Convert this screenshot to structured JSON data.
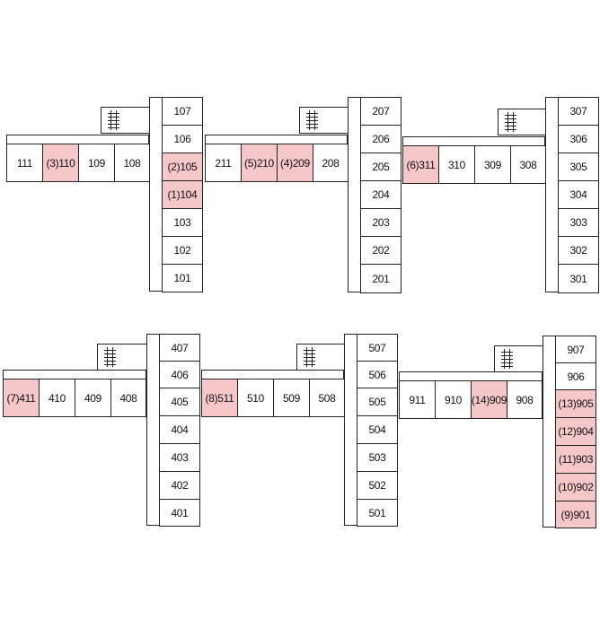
{
  "buildings": [
    {
      "id": "b1",
      "vertical": [
        "107",
        "106",
        "(2)105",
        "(1)104",
        "103",
        "102",
        "101"
      ],
      "horizontal": [
        "111",
        "(3)110",
        "109",
        "108"
      ]
    },
    {
      "id": "b2",
      "vertical": [
        "207",
        "206",
        "205",
        "204",
        "203",
        "202",
        "201"
      ],
      "horizontal": [
        "211",
        "(5)210",
        "(4)209",
        "208"
      ]
    },
    {
      "id": "b3",
      "vertical": [
        "307",
        "306",
        "305",
        "304",
        "303",
        "302",
        "301"
      ],
      "horizontal": [
        "(6)311",
        "310",
        "309",
        "308"
      ]
    },
    {
      "id": "b4",
      "vertical": [
        "407",
        "406",
        "405",
        "404",
        "403",
        "402",
        "401"
      ],
      "horizontal": [
        "(7)411",
        "410",
        "409",
        "408"
      ]
    },
    {
      "id": "b5",
      "vertical": [
        "507",
        "506",
        "505",
        "504",
        "503",
        "502",
        "501"
      ],
      "horizontal": [
        "(8)511",
        "510",
        "509",
        "508"
      ]
    },
    {
      "id": "b6",
      "vertical": [
        "907",
        "906",
        "(13)905",
        "(12)904",
        "(11)903",
        "(10)902",
        "(9)901"
      ],
      "horizontal": [
        "911",
        "910",
        "(14)909",
        "908"
      ]
    }
  ],
  "highlighted_rooms": [
    "(1)104",
    "(2)105",
    "(3)110",
    "(4)209",
    "(5)210",
    "(6)311",
    "(7)411",
    "(8)511",
    "(9)901",
    "(10)902",
    "(11)903",
    "(12)904",
    "(13)905",
    "(14)909"
  ],
  "colors": {
    "highlight": "#f6c7c9",
    "line": "#222222",
    "room": "#ffffff"
  }
}
